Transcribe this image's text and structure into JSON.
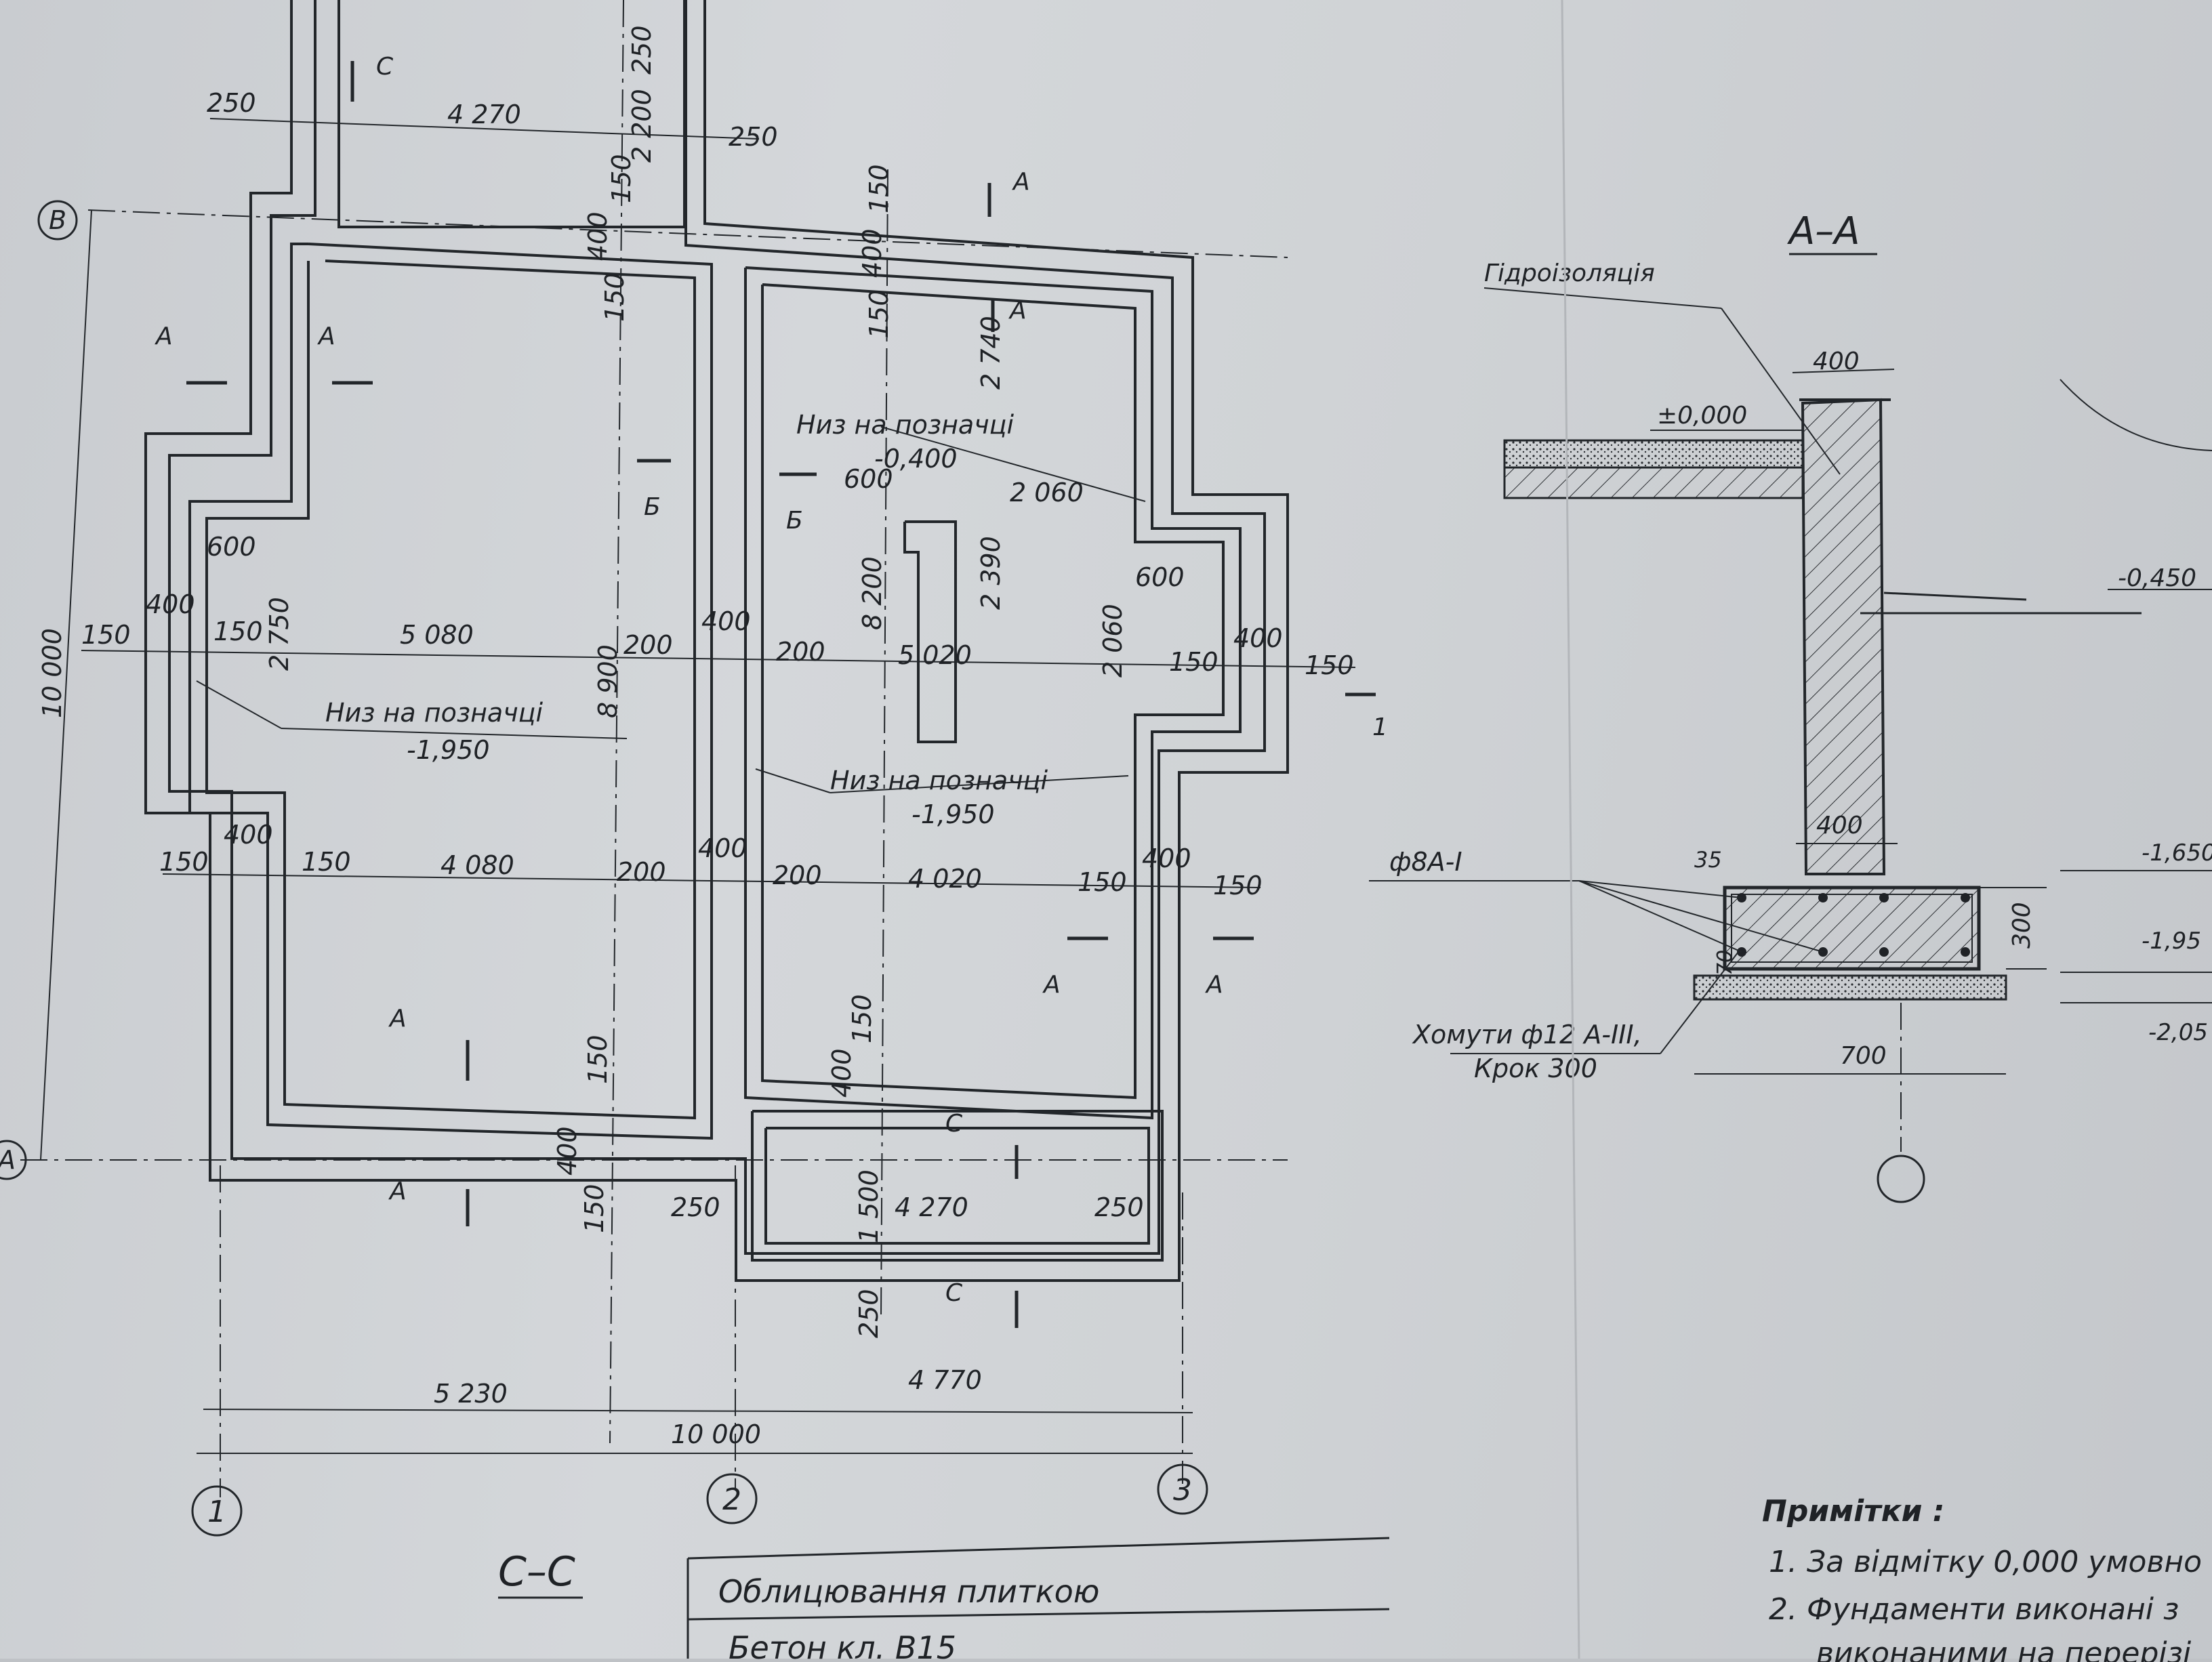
{
  "plan": {
    "axes": {
      "a": "А",
      "b": "В",
      "n1": "1",
      "n2": "2",
      "n3": "3"
    },
    "cuts": {
      "A": "А",
      "B": "Б",
      "C": "С",
      "one": "1"
    },
    "dims": {
      "top_250_left": "250",
      "top_4270": "4 270",
      "top_250_right": "250",
      "vert_250": "250",
      "vert_2200": "2 200",
      "vert_150_a": "150",
      "vert_400_a": "400",
      "vert_150_b": "150",
      "r_150_a": "150",
      "r_400": "400",
      "r_150_b": "150",
      "r_2740": "2 740",
      "r_600": "600",
      "r_2060_top": "2 060",
      "r_2390": "2 390",
      "r_8200": "8 200",
      "r_2060_side": "2 060",
      "r_600_side": "600",
      "l_600": "600",
      "l_2750": "2 750",
      "l_10000": "10 000",
      "row1_150": "150",
      "row1_400": "400",
      "row1_150b": "150",
      "row1_5080": "5 080",
      "row1_8900": "8 900",
      "row1_200": "200",
      "row1_400b": "400",
      "row1_200b": "200",
      "row1_5020": "5 020",
      "row1_150c": "150",
      "row1_400c": "400",
      "row1_150d": "150",
      "row2_150": "150",
      "row2_400": "400",
      "row2_150b": "150",
      "row2_4080": "4 080",
      "row2_200": "200",
      "row2_400b": "400",
      "row2_200b": "200",
      "row2_4020": "4 020",
      "row2_150c": "150",
      "row2_400c": "400",
      "row2_150d": "150",
      "low_150": "150",
      "low_400": "400",
      "low_150b": "150",
      "low_400c": "400",
      "low_150c": "150",
      "low_1500": "1 500",
      "low_250": "250",
      "low_4270": "4 270",
      "low_250b": "250",
      "low_250c": "250",
      "bot_5230": "5 230",
      "bot_4770": "4 770",
      "bot_10000": "10 000"
    },
    "notes": {
      "niz1": "Низ на позначці",
      "niz1v": "-1,950",
      "niz2": "Низ на позначці",
      "niz2v": "-0,400",
      "niz3": "Низ на позначці",
      "niz3v": "-1,950"
    }
  },
  "section": {
    "title": "А–А",
    "hydro": "Гідроізоляція",
    "w400_top": "400",
    "zero": "±0,000",
    "m0450": "-0,450",
    "w400_mid": "400",
    "rebar": "ф8А-I",
    "d35": "35",
    "d70": "70",
    "d300": "300",
    "m1650": "-1,650",
    "m1950": "-1,95",
    "stirrup1": "Хомути ф12 А-III,",
    "stirrup2": "Крок 300",
    "w700": "700",
    "m2050": "-2,05"
  },
  "cc_title": "С–С",
  "table": {
    "row1": "Облицювання плиткою",
    "row2": "Бетон кл. В15"
  },
  "notes": {
    "title": "Примітки :",
    "n1": "1. За відмітку 0,000 умовно",
    "n2": "2. Фундаменти виконані з",
    "n3": "виконаними на перерізі"
  }
}
